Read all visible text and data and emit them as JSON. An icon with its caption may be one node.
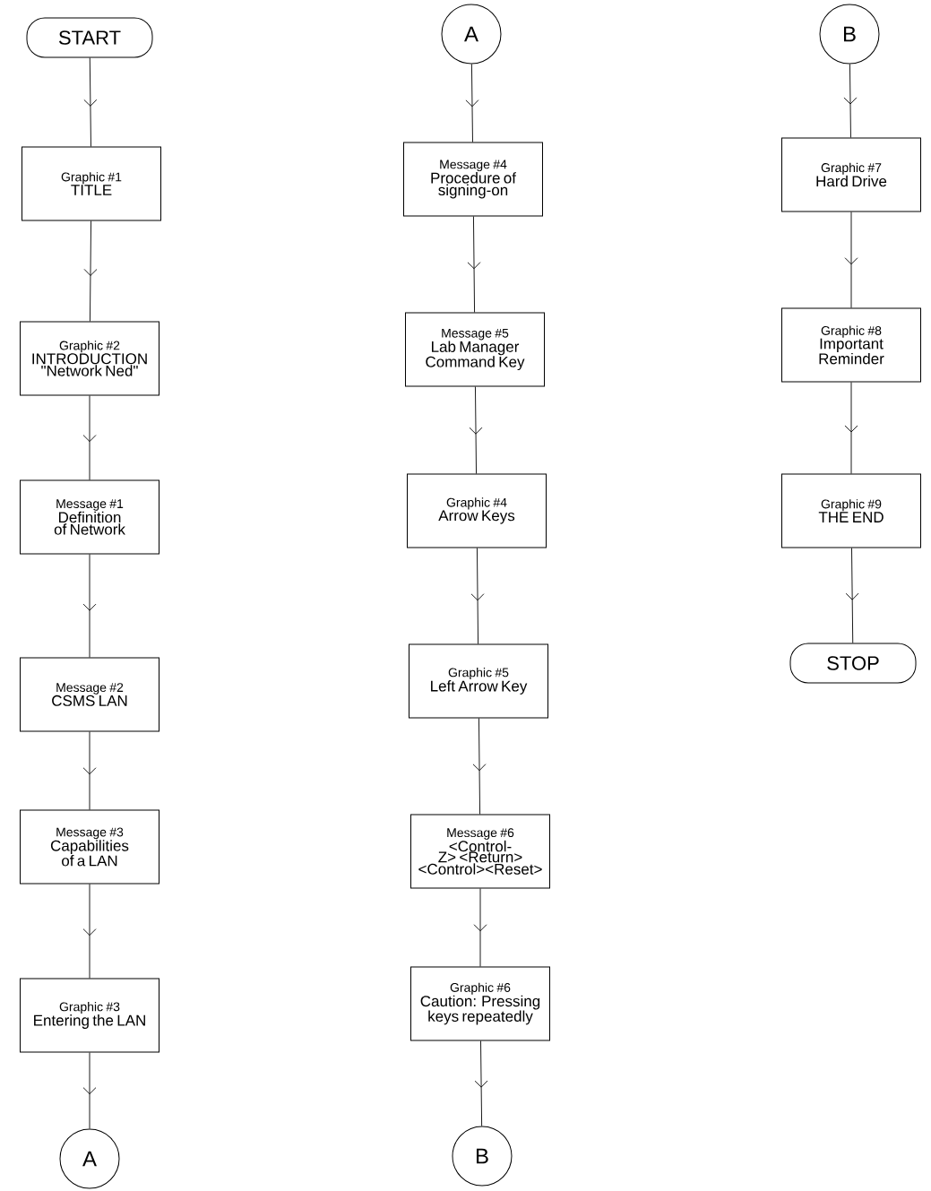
{
  "diagram": {
    "nodes": [
      {
        "text": [
          "START"
        ]
      },
      {
        "text": [
          "Graphic #1",
          "TITLE"
        ]
      },
      {
        "text": [
          "Graphic #2",
          "INTRODUCTION \"Network Ned\""
        ]
      },
      {
        "text": [
          "Message #1",
          "Definition of Network"
        ]
      },
      {
        "text": [
          "Message #2",
          "CSMS LAN"
        ]
      },
      {
        "text": [
          "Message #3",
          "Capabilities of a LAN"
        ]
      },
      {
        "text": [
          "Graphic #3",
          "Entering the LAN"
        ]
      },
      {
        "text": [
          "A"
        ]
      },
      {
        "text": [
          "A"
        ]
      },
      {
        "text": [
          "Message #4",
          "Procedure of signing-on"
        ]
      },
      {
        "text": [
          "Message #5",
          "Lab Manager Command Key"
        ]
      },
      {
        "text": [
          "Graphic #4",
          "Arrow Keys"
        ]
      },
      {
        "text": [
          "Graphic #5",
          "Left Arrow Key"
        ]
      },
      {
        "text": [
          "Message #6",
          "<Control-Z> <Return> <Control><Reset>"
        ]
      },
      {
        "text": [
          "Graphic #6",
          "Caution: Pressing keys repeatedly"
        ]
      },
      {
        "text": [
          "B"
        ]
      },
      {
        "text": [
          "B"
        ]
      },
      {
        "text": [
          "Graphic #7",
          "Hard Drive"
        ]
      },
      {
        "text": [
          "Graphic #8",
          "Important Reminder"
        ]
      },
      {
        "text": [
          "Graphic #9",
          "THE END"
        ]
      },
      {
        "text": [
          "STOP"
        ]
      }
    ],
    "edges": [
      {
        "from": 0,
        "to": 1,
        "arrow": "to"
      },
      {
        "from": 1,
        "to": 2,
        "arrow": "to"
      },
      {
        "from": 2,
        "to": 3,
        "arrow": "to"
      },
      {
        "from": 3,
        "to": 4,
        "arrow": "to"
      },
      {
        "from": 4,
        "to": 5,
        "arrow": "to"
      },
      {
        "from": 5,
        "to": 6,
        "arrow": "to"
      },
      {
        "from": 6,
        "to": 7,
        "arrow": "to"
      },
      {
        "from": 8,
        "to": 9,
        "arrow": "to"
      },
      {
        "from": 9,
        "to": 10,
        "arrow": "to"
      },
      {
        "from": 10,
        "to": 11,
        "arrow": "to"
      },
      {
        "from": 11,
        "to": 12,
        "arrow": "to"
      },
      {
        "from": 12,
        "to": 13,
        "arrow": "to"
      },
      {
        "from": 13,
        "to": 14,
        "arrow": "to"
      },
      {
        "from": 14,
        "to": 15,
        "arrow": "to"
      },
      {
        "from": 16,
        "to": 17,
        "arrow": "to"
      },
      {
        "from": 17,
        "to": 18,
        "arrow": "to"
      },
      {
        "from": 18,
        "to": 19,
        "arrow": "to"
      },
      {
        "from": 19,
        "to": 20,
        "arrow": "to"
      }
    ]
  }
}
